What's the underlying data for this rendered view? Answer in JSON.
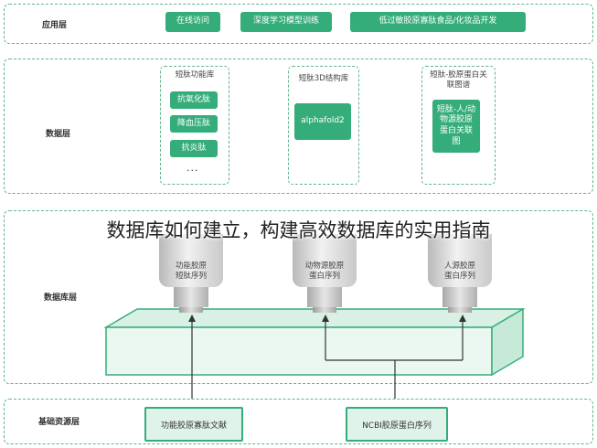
{
  "layers": {
    "application": {
      "label": "应用层",
      "buttons": [
        "在线访问",
        "深度学习模型训练",
        "低过敏胶原寡肽食品/化妆品开发"
      ]
    },
    "data": {
      "label": "数据层",
      "peptide_lib": {
        "title": "短肽功能库",
        "items": [
          "抗氧化肽",
          "降血压肽",
          "抗炎肽"
        ],
        "ellipsis": "..."
      },
      "structure_lib": {
        "title": "短肽3D结构库",
        "items": [
          "alphafold2"
        ]
      },
      "relation_map": {
        "title": "短肽-胶原蛋白关联图谱",
        "items": [
          "短肽-人/动物源胶原蛋白关联图"
        ]
      }
    },
    "database": {
      "label": "数据库层",
      "cylinders": [
        "功能胶原短肽序列",
        "动物源胶原蛋白序列",
        "人源胶原蛋白序列"
      ]
    },
    "resource": {
      "label": "基础资源层",
      "sources": [
        "功能胶原寡肽文献",
        "NCBI胶原蛋白序列"
      ]
    }
  },
  "overlay_title": "数据库如何建立，构建高效数据库的实用指南",
  "colors": {
    "accent": "#35ad7a",
    "border": "#5fb58a",
    "box_fill": "#dff3ea"
  }
}
